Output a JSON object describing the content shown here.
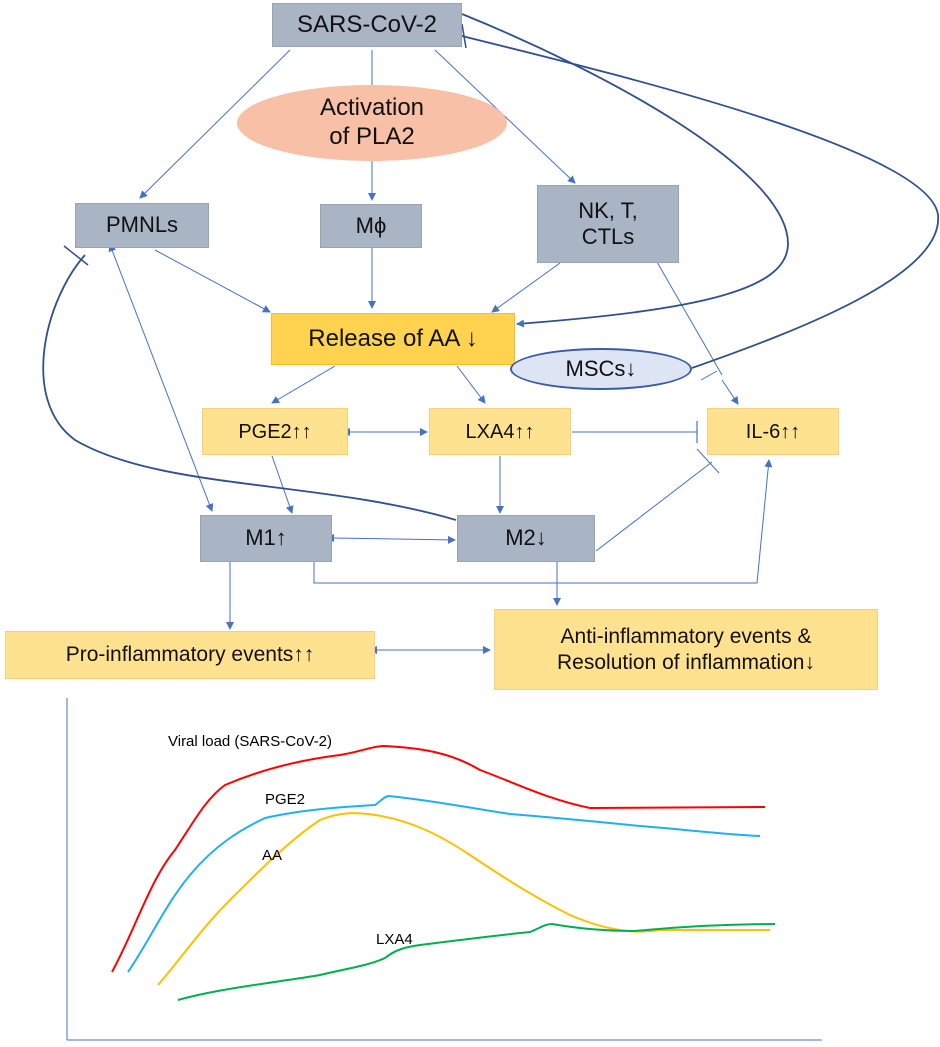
{
  "nodes": {
    "sars": "SARS-CoV-2",
    "pla2_line1": "Activation",
    "pla2_line2": "of PLA2",
    "pmnls": "PMNLs",
    "mphi": "Mϕ",
    "nk_line1": "NK, T,",
    "nk_line2": "CTLs",
    "aa_release": "Release of AA ↓",
    "mscs": "MSCs↓",
    "pge2": "PGE2↑↑",
    "lxa4": "LXA4↑↑",
    "il6": "IL-6↑↑",
    "m1": "M1↑",
    "m2": "M2↓",
    "pro_inflammatory": "Pro-inflammatory events↑↑",
    "anti_line1": "Anti-inflammatory events &",
    "anti_line2": "Resolution of inflammation↓"
  },
  "colors": {
    "arrow": "#4472c4",
    "curve": "#2f4f8f",
    "gray_box": "#a9b4c5",
    "yellow_box": "#fee28f",
    "gold_box": "#ffd24f",
    "salmon_oval": "#f8c0a6",
    "msc_oval": "#dde5f4"
  },
  "chart_data": {
    "type": "line",
    "series": [
      {
        "name": "Viral load (SARS-CoV-2)",
        "color": "#ff0000"
      },
      {
        "name": "PGE2",
        "color": "#1fb0f0"
      },
      {
        "name": "AA",
        "color": "#ffc000"
      },
      {
        "name": "LXA4",
        "color": "#00b050"
      }
    ]
  }
}
